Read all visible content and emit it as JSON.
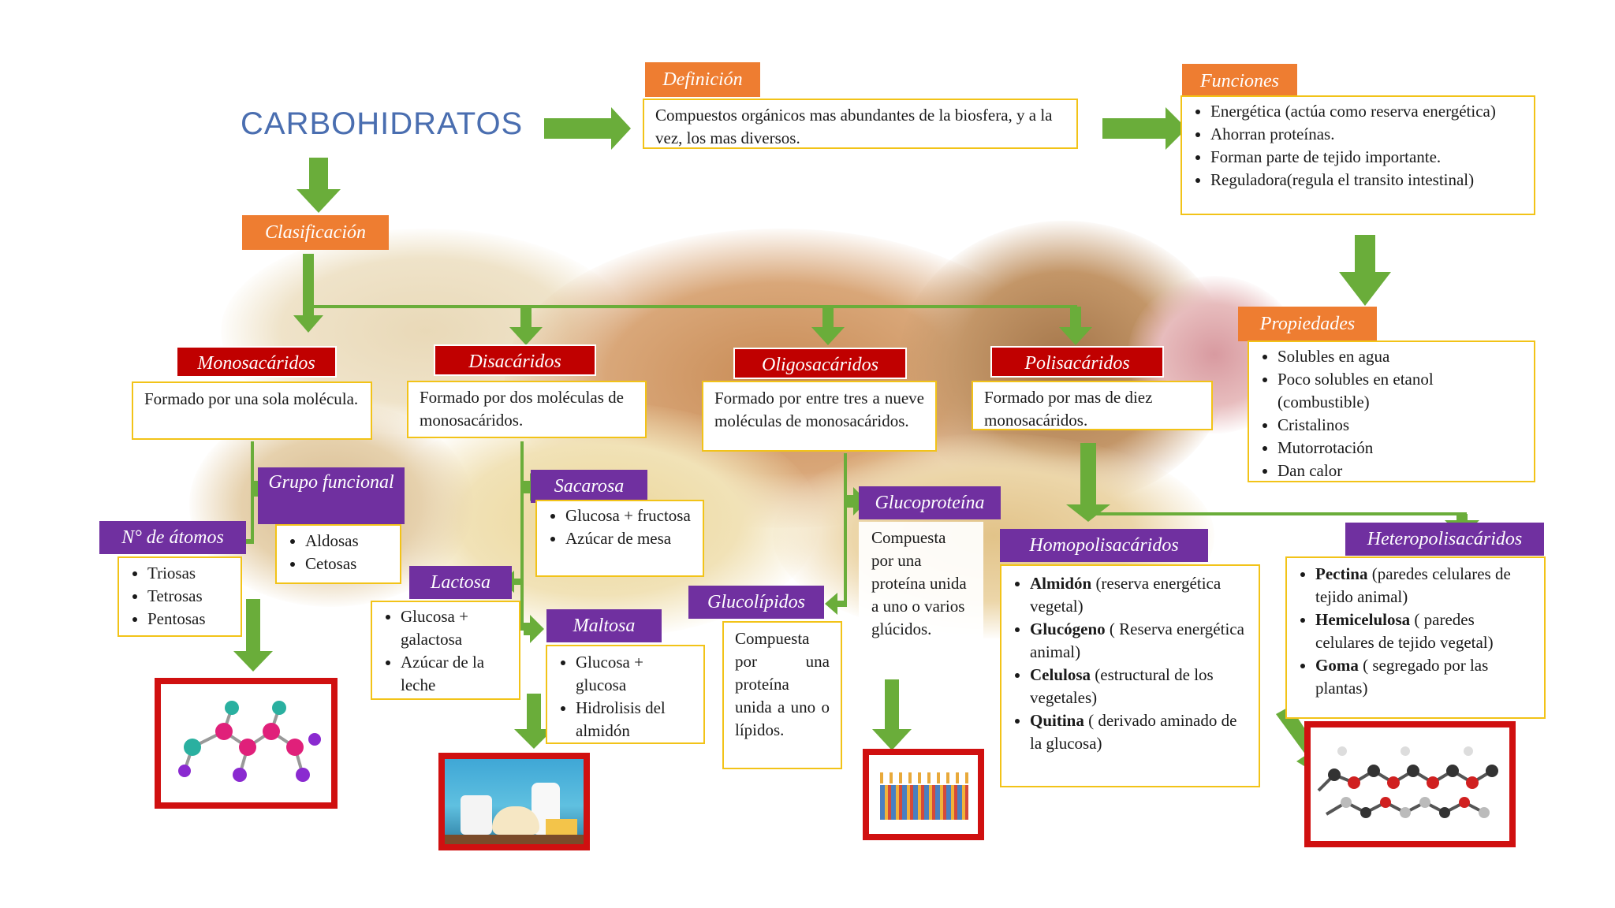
{
  "title": "CARBOHIDRATOS",
  "definicion": {
    "header": "Definición",
    "text": "Compuestos orgánicos mas abundantes de la biosfera, y a la vez, los mas diversos."
  },
  "funciones": {
    "header": "Funciones",
    "items": [
      "Energética (actúa como reserva energética)",
      "Ahorran proteínas.",
      "Forman parte de tejido importante.",
      "Reguladora(regula el transito intestinal)"
    ]
  },
  "clasificacion": {
    "header": "Clasificación"
  },
  "propiedades": {
    "header": "Propiedades",
    "items": [
      "Solubles en agua",
      "Poco solubles en etanol (combustible)",
      "Cristalinos",
      "Mutorrotación",
      "Dan calor"
    ]
  },
  "monosacaridos": {
    "header": "Monosacáridos",
    "text": "Formado por una sola molécula."
  },
  "disacaridos": {
    "header": "Disacáridos",
    "text": "Formado por dos moléculas de monosacáridos."
  },
  "oligosacaridos": {
    "header": "Oligosacáridos",
    "text": "Formado por entre tres a nueve moléculas de monosacáridos."
  },
  "polisacaridos": {
    "header": "Polisacáridos",
    "text": "Formado por mas de diez monosacáridos."
  },
  "grupo_funcional": {
    "header": "Grupo funcional",
    "items": [
      "Aldosas",
      "Cetosas"
    ]
  },
  "n_atomos": {
    "header": "N° de átomos",
    "items": [
      "Triosas",
      "Tetrosas",
      "Pentosas"
    ]
  },
  "sacarosa": {
    "header": "Sacarosa",
    "items": [
      "Glucosa + fructosa",
      "Azúcar de mesa"
    ]
  },
  "lactosa": {
    "header": "Lactosa",
    "items": [
      "Glucosa + galactosa",
      "Azúcar de la leche"
    ]
  },
  "maltosa": {
    "header": "Maltosa",
    "items": [
      "Glucosa + glucosa",
      "Hidrolisis del almidón"
    ]
  },
  "glucoproteina": {
    "header": "Glucoproteína",
    "text": "Compuesta por una proteína unida a uno o varios glúcidos."
  },
  "glucolipidos": {
    "header": "Glucolípidos",
    "text": "Compuesta por una proteína unida a uno o lípidos."
  },
  "homopolisacaridos": {
    "header": "Homopolisacáridos",
    "items": [
      {
        "bold": "Almidón",
        "rest": " (reserva energética vegetal)"
      },
      {
        "bold": "Glucógeno",
        "rest": " ( Reserva energética animal)"
      },
      {
        "bold": "Celulosa",
        "rest": " (estructural de los vegetales)"
      },
      {
        "bold": "Quitina",
        "rest": " ( derivado aminado de la glucosa)"
      }
    ]
  },
  "heteropolisacaridos": {
    "header": "Heteropolisacáridos",
    "items": [
      {
        "bold": "Pectina",
        "rest": " (paredes celulares de tejido animal)"
      },
      {
        "bold": "Hemicelulosa",
        "rest": " ( paredes celulares de tejido vegetal)"
      },
      {
        "bold": "Goma",
        "rest": " ( segregado por las plantas)"
      }
    ]
  },
  "colors": {
    "orange": "#ee7d31",
    "red": "#c00000",
    "purple": "#7030a0",
    "green": "#70ad47",
    "border": "#f2c318",
    "title": "#4a6eb0"
  }
}
